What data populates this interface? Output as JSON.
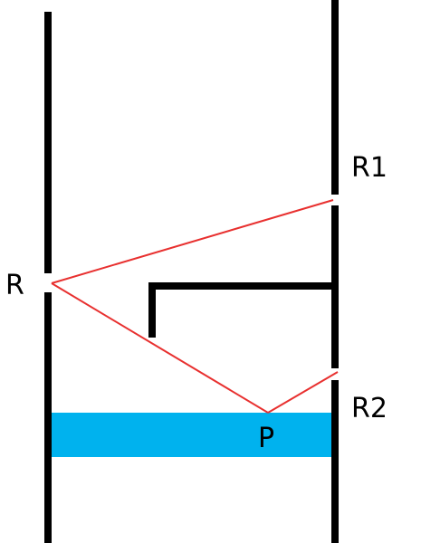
{
  "labels": {
    "r": "R",
    "r1": "R1",
    "r2": "R2",
    "p": "P"
  },
  "colors": {
    "wall": "#000000",
    "ray": "#e8302f",
    "band": "#00b2ee"
  }
}
